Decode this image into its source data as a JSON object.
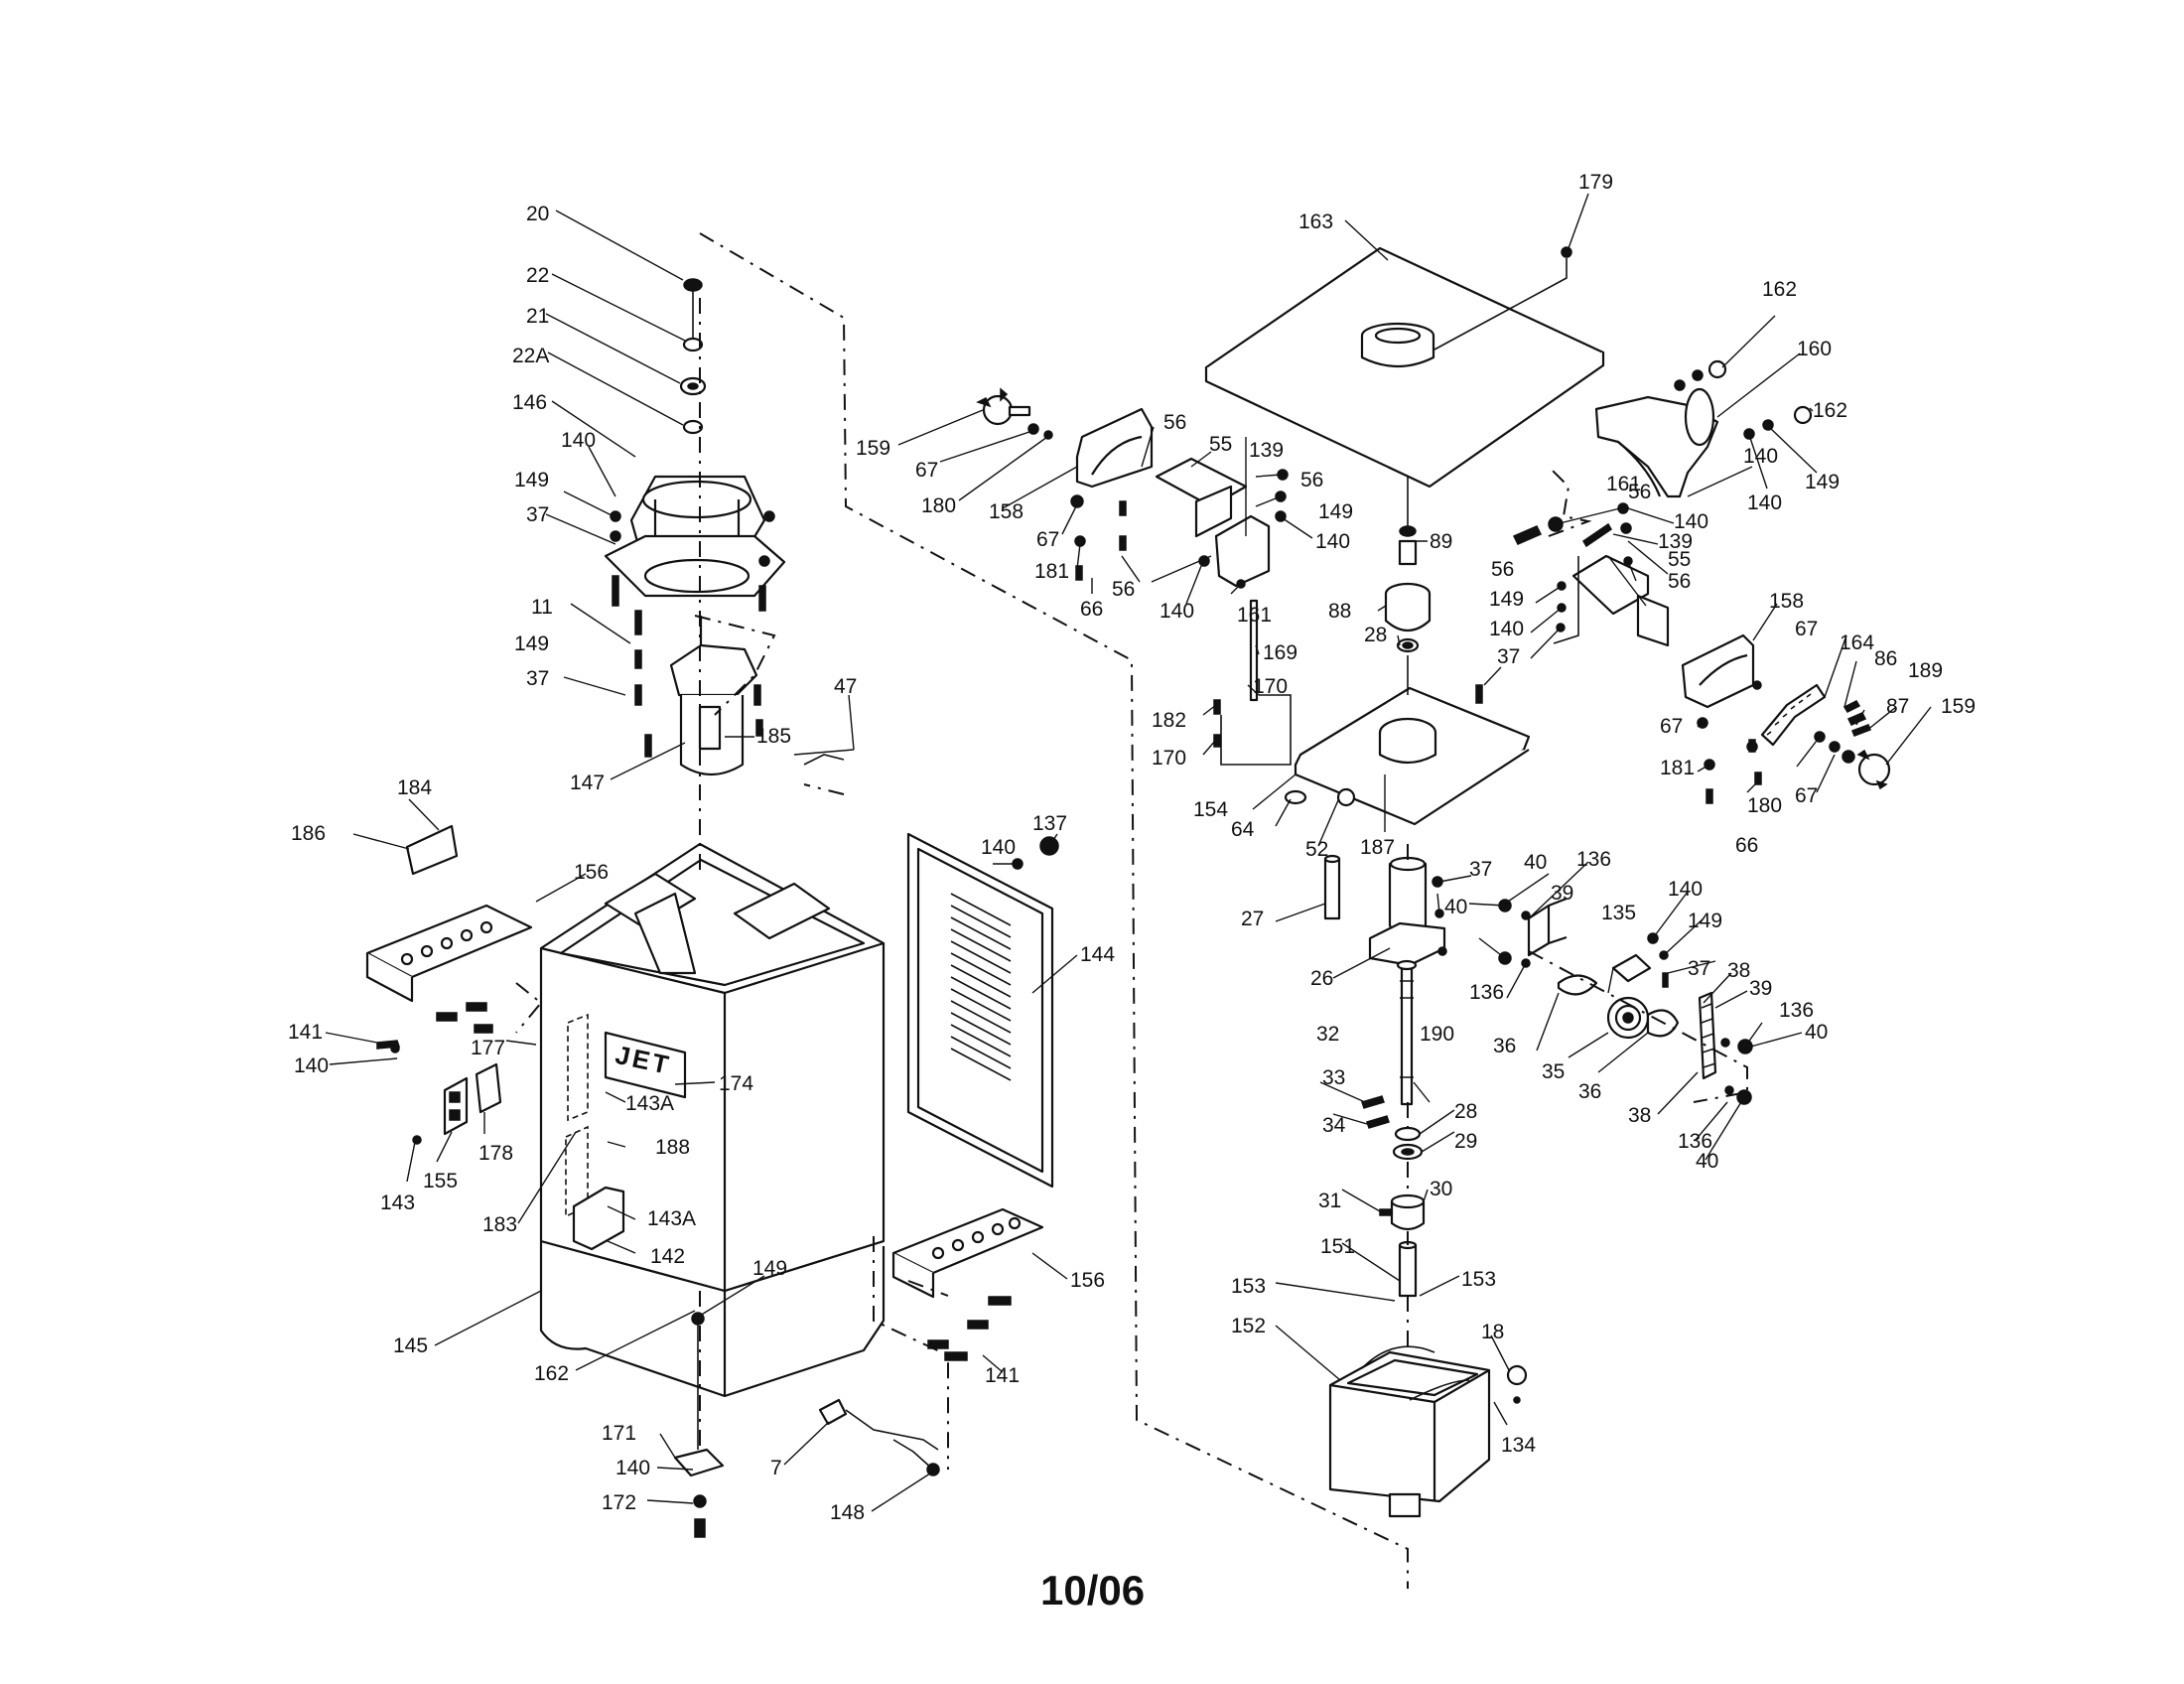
{
  "brand_plate": "JET",
  "footer_date": "10/06",
  "labels": [
    "20",
    "22",
    "21",
    "22A",
    "146",
    "140",
    "149",
    "37",
    "11",
    "149",
    "37",
    "147",
    "185",
    "47",
    "184",
    "186",
    "156",
    "141",
    "140",
    "177",
    "155",
    "143",
    "178",
    "183",
    "143A",
    "188",
    "143A",
    "142",
    "174",
    "137",
    "140",
    "144",
    "145",
    "162",
    "149",
    "156",
    "141",
    "171",
    "140",
    "172",
    "7",
    "148",
    "159",
    "67",
    "180",
    "158",
    "67",
    "181",
    "66",
    "56",
    "55",
    "139",
    "56",
    "149",
    "140",
    "56",
    "140",
    "161",
    "169",
    "170",
    "182",
    "170",
    "154",
    "64",
    "52",
    "187",
    "163",
    "179",
    "89",
    "88",
    "28",
    "37",
    "162",
    "160",
    "162",
    "140",
    "149",
    "140",
    "161",
    "56",
    "140",
    "139",
    "56",
    "149",
    "140",
    "55",
    "56",
    "158",
    "67",
    "164",
    "86",
    "189",
    "87",
    "159",
    "67",
    "181",
    "180",
    "67",
    "66",
    "27",
    "37",
    "26",
    "40",
    "136",
    "39",
    "135",
    "140",
    "149",
    "37",
    "38",
    "39",
    "136",
    "40",
    "40",
    "136",
    "36",
    "35",
    "36",
    "38",
    "136",
    "40",
    "190",
    "32",
    "33",
    "34",
    "28",
    "29",
    "31",
    "30",
    "151",
    "153",
    "153",
    "152",
    "18",
    "134"
  ]
}
